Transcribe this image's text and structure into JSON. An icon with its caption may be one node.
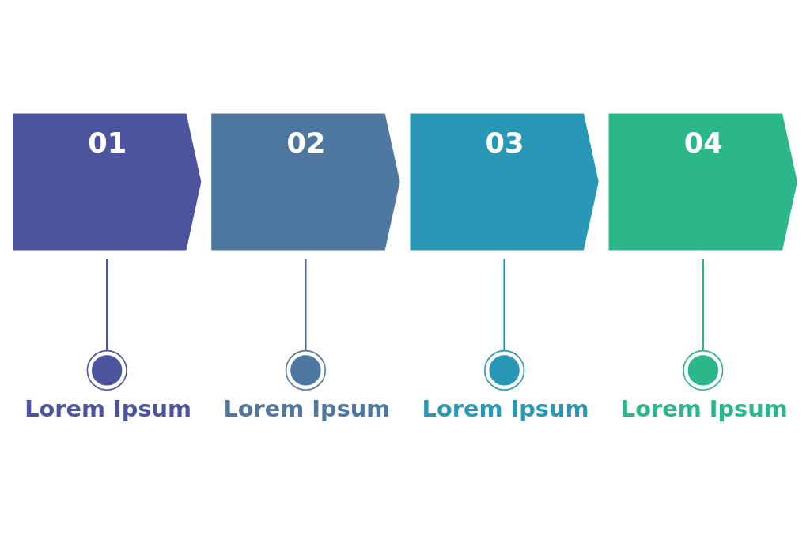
{
  "diagram": {
    "nodes": [
      {
        "text": [
          "01"
        ]
      },
      {
        "text": [
          "02"
        ]
      },
      {
        "text": [
          "03"
        ]
      },
      {
        "text": [
          "04"
        ]
      },
      {
        "text": [],
        "shape": "circle",
        "beside": [
          "Lorem Ipsum"
        ]
      },
      {
        "text": [],
        "shape": "circle",
        "beside": [
          "Lorem Ipsum"
        ]
      },
      {
        "text": [],
        "shape": "circle",
        "beside": [
          "Lorem Ipsum"
        ]
      },
      {
        "text": [],
        "shape": "circle",
        "beside": [
          "Lorem Ipsum"
        ]
      }
    ],
    "edges": [
      {
        "from": 0,
        "to": 4,
        "arrow": "none",
        "color": "#4c549e"
      },
      {
        "from": 1,
        "to": 5,
        "arrow": "none",
        "color": "#4e78a0"
      },
      {
        "from": 2,
        "to": 6,
        "arrow": "none",
        "color": "#2998b6"
      },
      {
        "from": 3,
        "to": 7,
        "arrow": "none",
        "color": "#2cb78a"
      }
    ]
  }
}
